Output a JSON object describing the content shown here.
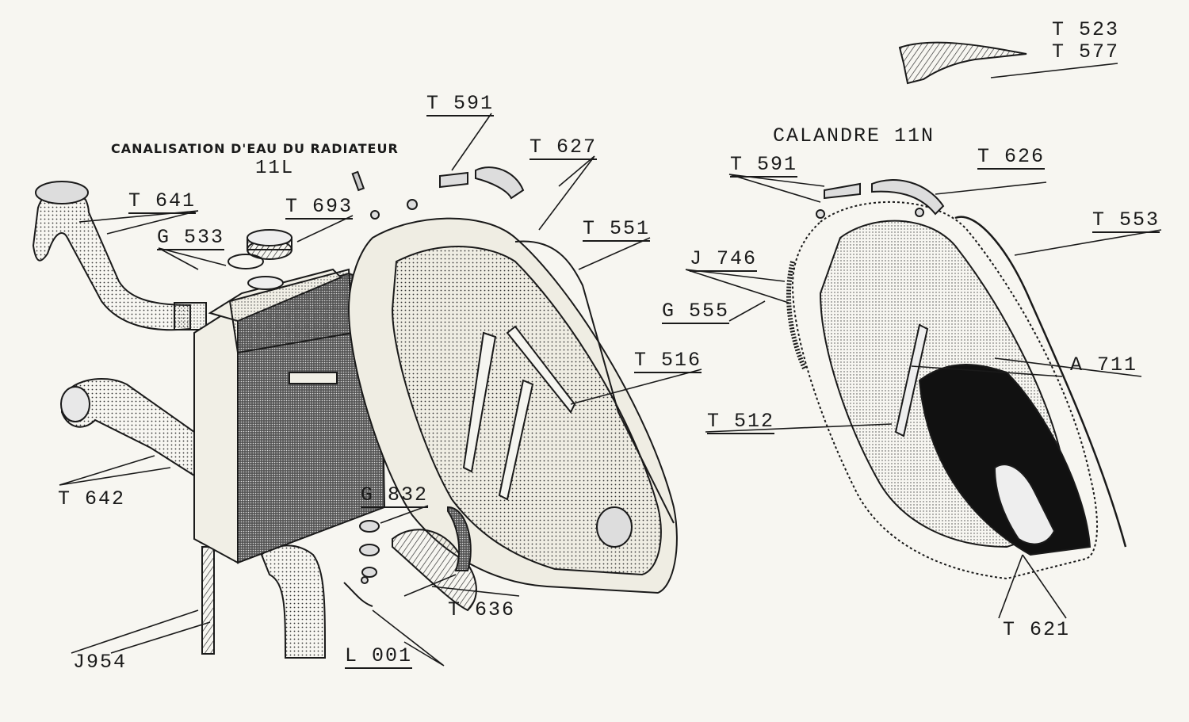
{
  "titles": {
    "left_title": "CANALISATION D'EAU DU RADIATEUR",
    "left_subtitle": "11L",
    "right_title": "CALANDRE 11N"
  },
  "labels": {
    "t523": "T 523",
    "t577": "T 577",
    "t591_left": "T 591",
    "t627": "T 627",
    "t641": "T 641",
    "t693": "T 693",
    "g533": "G 533",
    "t551": "T 551",
    "t516": "T 516",
    "t642": "T 642",
    "g832": "G 832",
    "t636": "T 636",
    "j954": "J954",
    "l001": "L 001",
    "t591_right": "T 591",
    "t626": "T 626",
    "t553": "T 553",
    "j746": "J 746",
    "g555": "G 555",
    "a711": "A 711",
    "t512": "T 512",
    "t621": "T 621"
  },
  "colors": {
    "ink": "#1a1a1a",
    "paper": "#f7f6f1"
  }
}
